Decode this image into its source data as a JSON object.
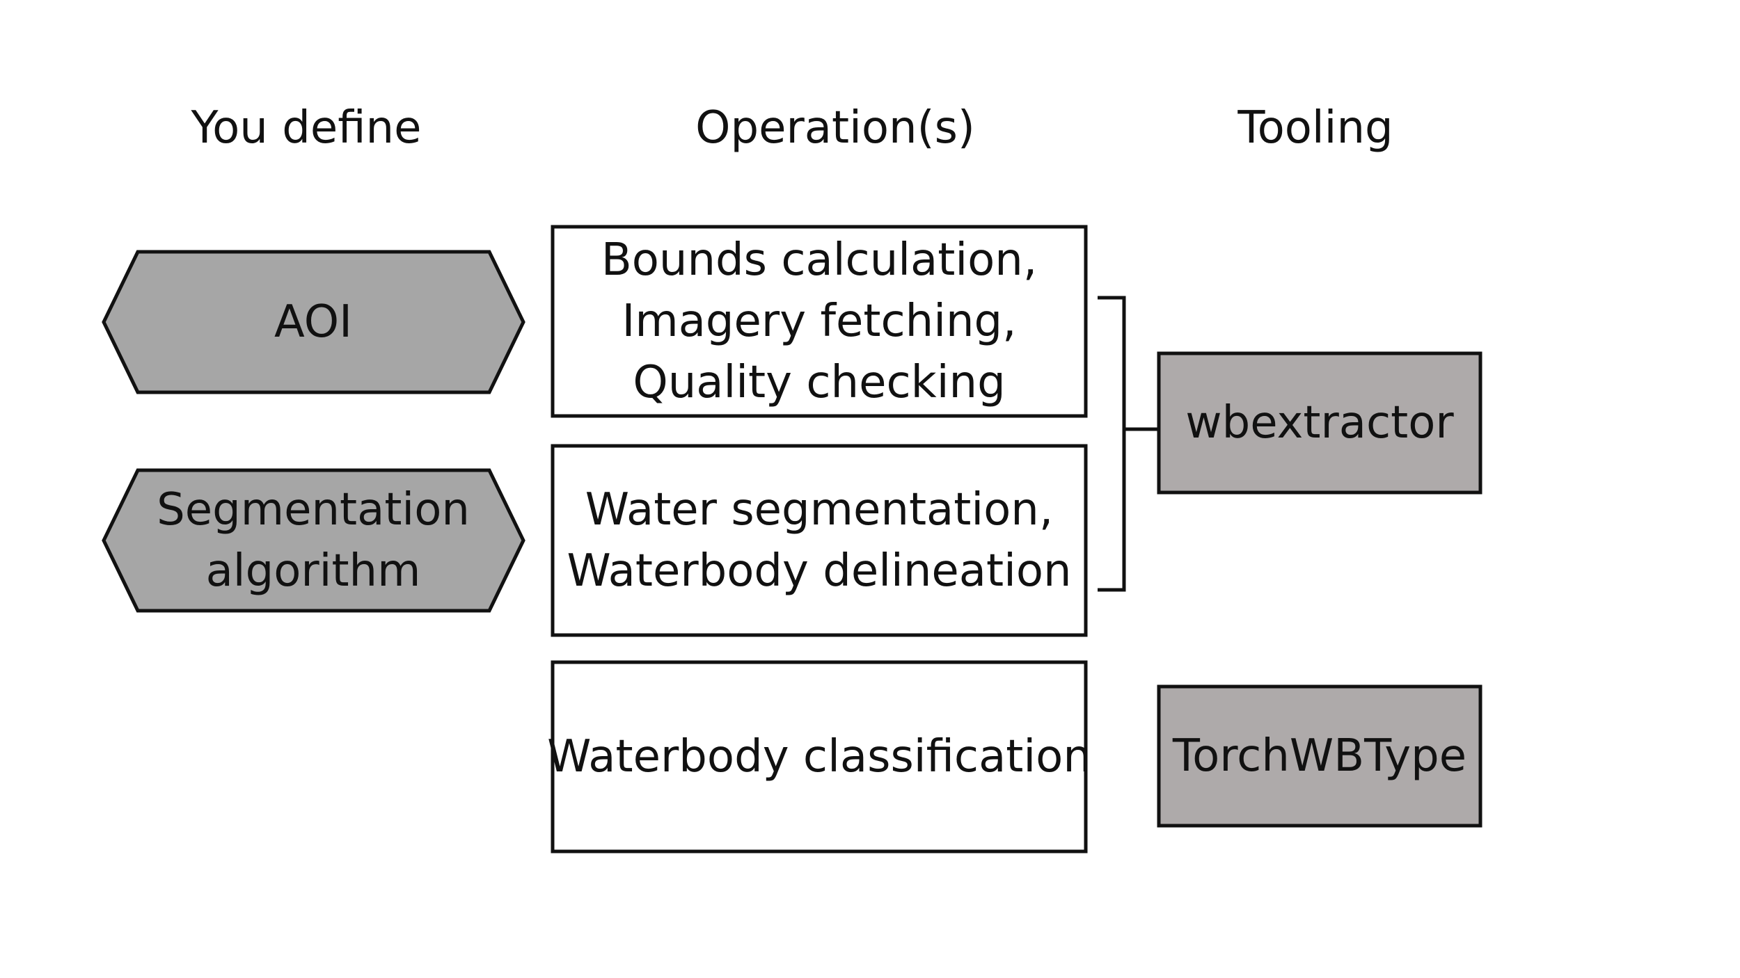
{
  "headers": {
    "you_define": "You define",
    "operations": "Operation(s)",
    "tooling": "Tooling"
  },
  "inputs": {
    "aoi": {
      "lines": [
        "AOI"
      ]
    },
    "segmentation": {
      "lines": [
        "Segmentation",
        "algorithm"
      ]
    }
  },
  "operations": {
    "op1": {
      "lines": [
        "Bounds calculation,",
        "Imagery fetching,",
        "Quality checking"
      ]
    },
    "op2": {
      "lines": [
        "Water segmentation,",
        "Waterbody delineation"
      ]
    },
    "op3": {
      "lines": [
        "Waterbody classification"
      ]
    }
  },
  "tools": {
    "wbextractor": {
      "lines": [
        "wbextractor"
      ]
    },
    "torchwbtype": {
      "lines": [
        "TorchWBType"
      ]
    }
  },
  "colors": {
    "shape_fill": "#a6a6a6",
    "tool_fill": "#aeaaaa",
    "stroke": "#111111",
    "box_fill": "#ffffff"
  }
}
